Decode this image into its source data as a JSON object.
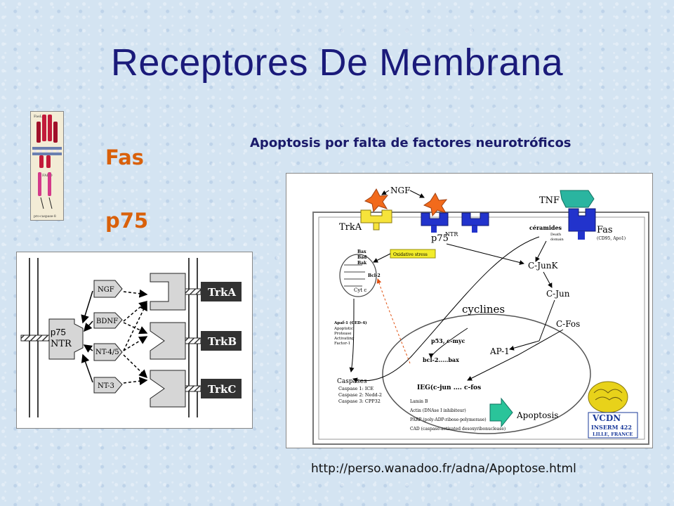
{
  "slide": {
    "title": "Receptores De Membrana",
    "label_fas": "Fas",
    "label_p75": "p75",
    "subtitle": "Apoptosis por falta de factores neurotróficos",
    "url": "http://perso.wanadoo.fr/adna/Apoptose.html"
  },
  "colors": {
    "title": "#1a1a7a",
    "accent": "#d9600a",
    "trk_orange": "#f26a1b",
    "receptor_blue": "#2233cc",
    "teal": "#2ab5a0"
  },
  "thumb": {
    "top_label": "FasL",
    "mid_label": "FADD",
    "bottom_label": "pro-caspase-8"
  },
  "left_diagram": {
    "ligands": [
      "NGF",
      "BDNF",
      "NT-4/5",
      "NT-3"
    ],
    "receptors": [
      "TrkA",
      "TrkB",
      "TrkC"
    ],
    "p75_label": [
      "p75",
      "NTR"
    ]
  },
  "right_diagram": {
    "ngf": "NGF",
    "tnf": "TNF",
    "trka": "TrkA",
    "p75ntr_main": "p75",
    "p75ntr_sup": "NTR",
    "fas": "Fas",
    "fas_sub": "(CD95, Apo1)",
    "ceramides": "céramides",
    "death_domain": [
      "Death",
      "domain"
    ],
    "oxidative": "Oxidative stress",
    "bax_bad_bak": [
      "Bax",
      "Bad",
      "Bak"
    ],
    "bcl2": "Bcl-2",
    "cytc": "Cyt c",
    "cjunk": "C-JunK",
    "cjun": "C-Jun",
    "cfos": "C-Fos",
    "cyclines": "cyclines",
    "ap1": "AP-1",
    "p53": "p53, c-myc",
    "bcl2bax": "bcl-2.....bax",
    "ieg": "IEG(c-jun  …. c-fos",
    "apaf": [
      "Apaf-1 (CED-4)",
      "Apoptotic",
      "Protease",
      "Activating",
      "Factor-1"
    ],
    "caspases_title": "Caspases",
    "caspases": [
      "Caspase 1: ICE",
      "Caspase 2: Nedd-2",
      "Caspase 3: CPP32"
    ],
    "substrates": [
      "Lamin B",
      "Actin (DNAse I inhibiteur)",
      "PARP (poly-ADP-ribose-polymerase)",
      "CAD (caspase-activated desoxyribonuclease)"
    ],
    "apoptosis": "Apoptosis",
    "logo_vcdn": "VCDN",
    "logo_inserm": "INSERM 422",
    "logo_city": "LILLE, FRANCE"
  }
}
